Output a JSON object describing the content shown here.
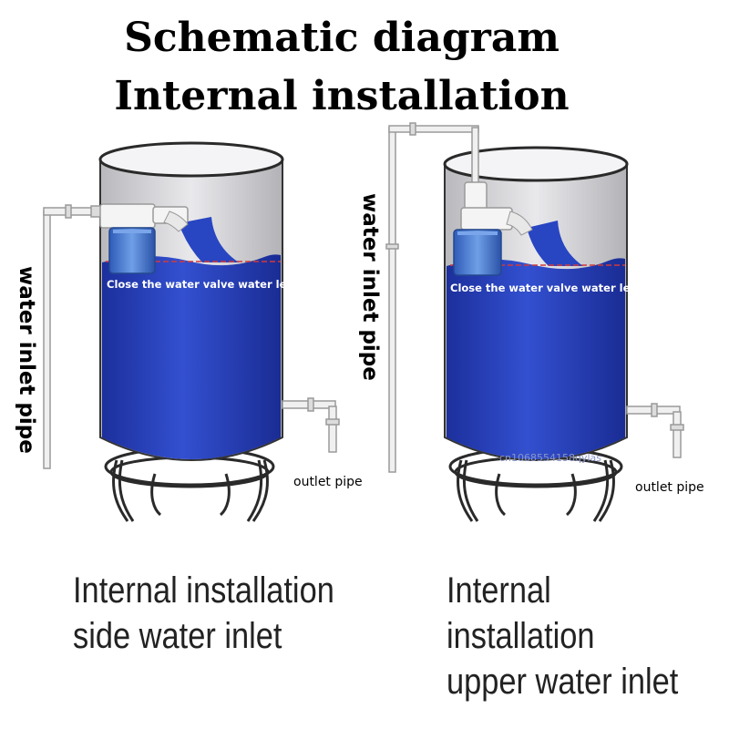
{
  "title": {
    "line1": "Schematic diagram",
    "line2": "Internal installation"
  },
  "left_tank": {
    "inlet_label": "water inlet pipe",
    "level_label": "Close the water valve water leve",
    "outlet_label": "outlet pipe",
    "caption_line1": "Internal installation",
    "caption_line2": "side water inlet"
  },
  "right_tank": {
    "inlet_label": "water inlet pipe",
    "level_label": "Close the water valve water leve",
    "outlet_label": "outlet pipe",
    "caption_line1": "Internal installation",
    "caption_line2": "upper water inlet",
    "watermark": "cn1068554158qylas"
  },
  "colors": {
    "water_dark": "#1f34a8",
    "water_light": "#3b55d6",
    "float_blue": "#4d7fd6",
    "level_line": "#d23a3a",
    "tank_gray": "#c8c8cc",
    "pipe": "#eeeeee"
  }
}
